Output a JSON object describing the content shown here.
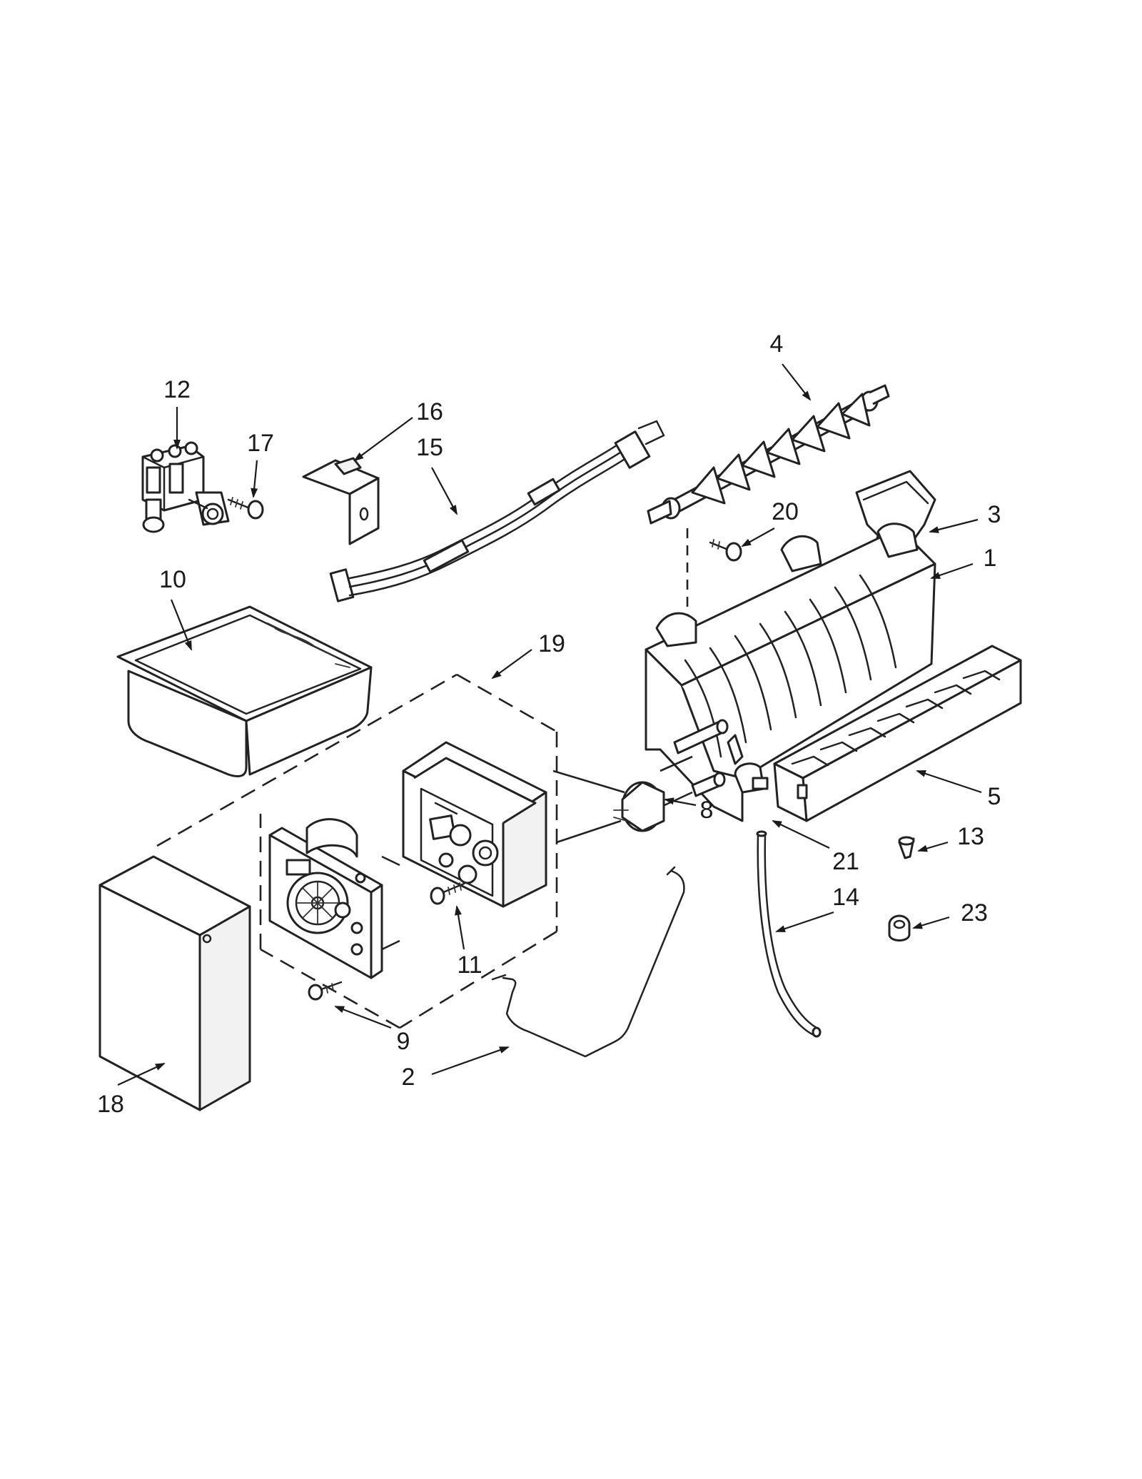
{
  "callouts": {
    "c1": "1",
    "c2": "2",
    "c3": "3",
    "c4": "4",
    "c5": "5",
    "c8": "8",
    "c9": "9",
    "c10": "10",
    "c11": "11",
    "c12": "12",
    "c13": "13",
    "c14": "14",
    "c15": "15",
    "c16": "16",
    "c17": "17",
    "c18": "18",
    "c19": "19",
    "c20": "20",
    "c21": "21",
    "c23": "23"
  },
  "style": {
    "line_color": "#222222",
    "background": "#ffffff"
  }
}
